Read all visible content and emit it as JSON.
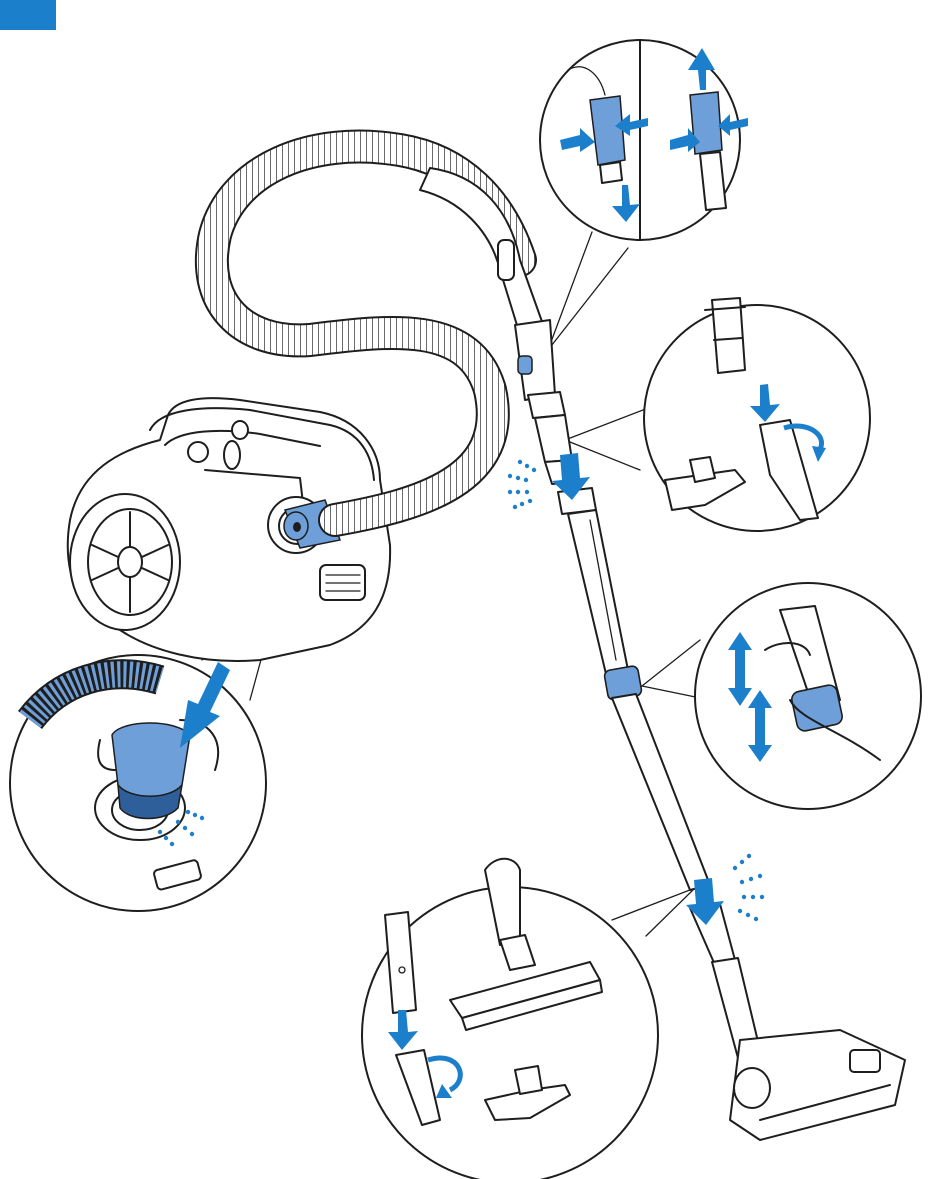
{
  "colors": {
    "accent": "#1c7fcc",
    "part_blue": "#6f9fd8",
    "line": "#1e1e1e",
    "hose_gray": "#b5b5b5",
    "background": "#ffffff"
  },
  "icons": {
    "corner_tab": "blue-rectangle",
    "arrows": "blue-arrow",
    "click": "click-sound-lines",
    "rotate": "rotation-arrow"
  }
}
